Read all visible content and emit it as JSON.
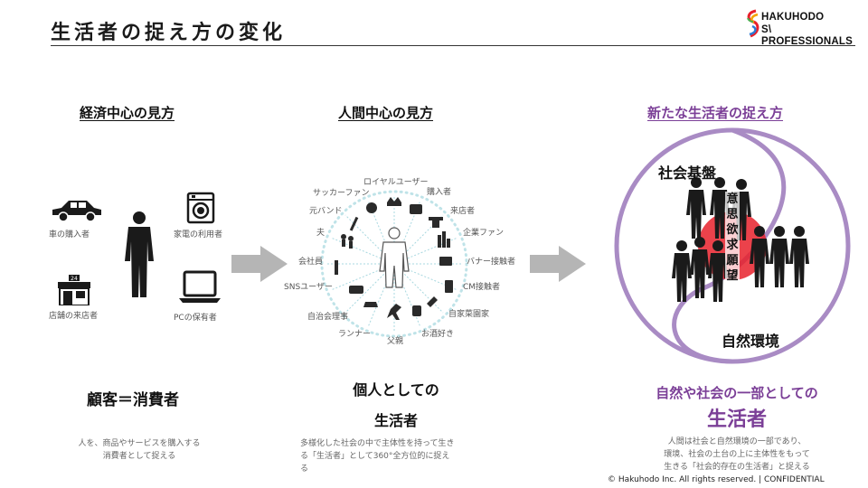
{
  "title": "生活者の捉え方の変化",
  "logo": {
    "line1": "HAKUHODO",
    "line2": "S\\ PROFESSIONALS"
  },
  "columns": {
    "economic": {
      "heading": "経済中心の見方",
      "labels": {
        "car": "車の購入者",
        "appliance": "家電の利用者",
        "store": "店舗の来店者",
        "pc": "PCの保有者"
      },
      "caption": "顧客＝消費者",
      "desc_lines": [
        "人を、商品やサービスを購入する",
        "消費者として捉える"
      ]
    },
    "human": {
      "heading": "人間中心の見方",
      "ring_labels": [
        "ロイヤルユーザー",
        "購入者",
        "来店者",
        "企業ファン",
        "バナー接触者",
        "CM接触者",
        "自家菜園家",
        "お酒好き",
        "父親",
        "ランナー",
        "自治会理事",
        "SNSユーザー",
        "会社員",
        "夫",
        "元バンド",
        "サッカーファン"
      ],
      "caption_lines": [
        "個人としての",
        "生活者"
      ],
      "desc_lines": [
        "多様化した社会の中で主体性を持って生き",
        "る「生活者」として360°全方位的に捉え",
        "る"
      ]
    },
    "new": {
      "heading": "新たな生活者の捉え方",
      "social": "社会基盤",
      "nature": "自然環境",
      "vertical": [
        "意",
        "思",
        "欲",
        "求",
        "願",
        "望"
      ],
      "caption_line1": "自然や社会の一部としての",
      "caption_line2": "生活者",
      "desc_lines": [
        "人間は社会と自然環境の一部であり、",
        "環境、社会の土台の上に主体性をもって",
        "生きる「社会的存在の生活者」と捉える"
      ]
    }
  },
  "footer": "© Hakuhodo Inc. All rights reserved. | CONFIDENTIAL",
  "colors": {
    "accent": "#7b3f97",
    "ring": "#a98bc4",
    "arrow": "#b5b5b5",
    "red": "#e8212c"
  }
}
